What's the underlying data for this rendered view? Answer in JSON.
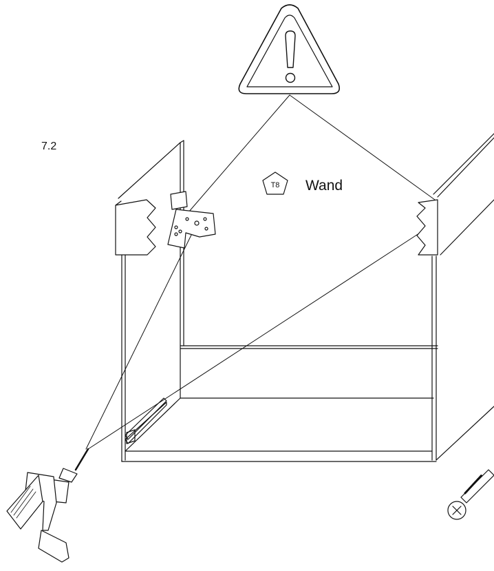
{
  "step_number": "7.2",
  "wall_part": {
    "code": "T8",
    "label": "Wand"
  },
  "icons": [
    "warning-triangle-icon",
    "drill-icon",
    "wall-plug-screw-icon",
    "mounting-bracket-icon"
  ],
  "colors": {
    "line": "#111111",
    "background": "#ffffff"
  }
}
